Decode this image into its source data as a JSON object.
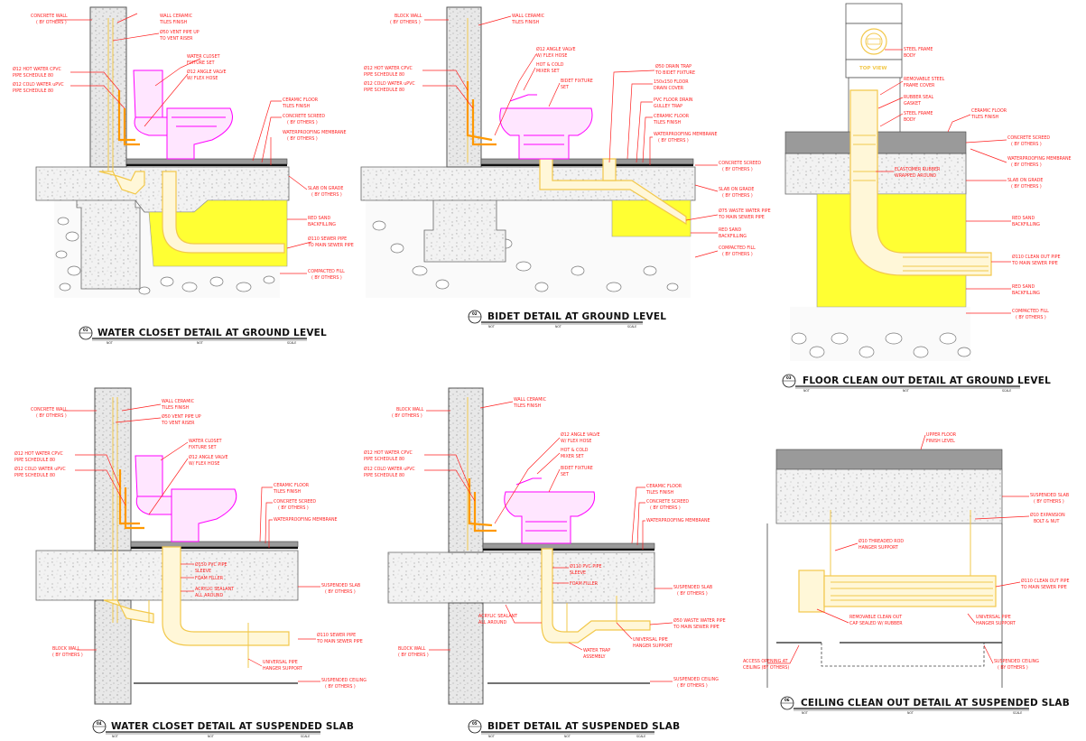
{
  "colors": {
    "annotation": "#ff2020",
    "pipe": "#f2c84b",
    "fixture": "#ff00ff",
    "sand": "#ffff33",
    "tile": "#9a9a9a"
  },
  "panels": {
    "wc_ground": {
      "title": "WATER CLOSET DETAIL AT GROUND LEVEL",
      "bubble": "01",
      "labels": [
        "CONCRETE WALL",
        "( BY OTHERS )",
        "WALL CERAMIC",
        "TILES FINISH",
        "Ø50 VENT PIPE UP",
        "TO VENT RISER",
        "WATER CLOSET",
        "FIXTURE SET",
        "Ø12 HOT WATER CPVC",
        "PIPE SCHEDULE 80",
        "Ø12 ANGLE VALVE",
        "W/ FLEX HOSE",
        "Ø12 COLD WATER uPVC",
        "PIPE SCHEDULE 80",
        "CERAMIC FLOOR",
        "TILES FINISH",
        "CONCRETE SCREED",
        "( BY OTHERS )",
        "WATERPROOFING MEMBRANE",
        "( BY OTHERS )",
        "SLAB ON GRADE",
        "( BY OTHERS )",
        "RED SAND",
        "BACKFILLING",
        "Ø110 SEWER PIPE",
        "TO MAIN SEWER PIPE",
        "COMPACTED FILL",
        "( BY OTHERS )"
      ]
    },
    "bidet_ground": {
      "title": "BIDET DETAIL AT GROUND LEVEL",
      "bubble": "02",
      "labels": [
        "BLOCK WALL",
        "( BY OTHERS )",
        "WALL CERAMIC",
        "TILES FINISH",
        "Ø12 ANGLE VALVE",
        "W/ FLEX HOSE",
        "HOT & COLD",
        "MIXER SET",
        "Ø50 DRAIN TRAP",
        "TO BIDET FIXTURE",
        "Ø12 HOT WATER CPVC",
        "PIPE SCHEDULE 80",
        "Ø12 COLD WATER uPVC",
        "PIPE SCHEDULE 80",
        "BIDET FIXTURE",
        "SET",
        "150x150 FLOOR",
        "DRAIN COVER",
        "PVC FLOOR DRAIN",
        "GULLEY TRAP",
        "CERAMIC FLOOR",
        "TILES FINISH",
        "WATERPROOFING MEMBRANE",
        "( BY OTHERS )",
        "CONCRETE SCREED",
        "( BY OTHERS )",
        "SLAB ON GRADE",
        "( BY OTHERS )",
        "Ø75 WASTE WATER PIPE",
        "TO MAIN SEWER PIPE",
        "RED SAND",
        "BACKFILLING",
        "COMPACTED FILL",
        "( BY OTHERS )"
      ]
    },
    "floor_cleanout": {
      "title": "FLOOR CLEAN OUT DETAIL AT GROUND LEVEL",
      "bubble": "03",
      "top_view": "TOP VIEW",
      "labels": [
        "STEEL FRAME",
        "BODY",
        "REMOVABLE STEEL",
        "FRAME COVER",
        "RUBBER SEAL",
        "GASKET",
        "STEEL FRAME",
        "BODY",
        "CERAMIC FLOOR",
        "TILES FINISH",
        "CONCRETE SCREED",
        "( BY OTHERS )",
        "WATERPROOFING MEMBRANE",
        "( BY OTHERS )",
        "ELASTOMER RUBBER",
        "WRAPPED AROUND",
        "SLAB ON GRADE",
        "( BY OTHERS )",
        "RED SAND",
        "BACKFILLING",
        "Ø110 CLEAN OUT PIPE",
        "TO MAIN SEWER PIPE",
        "RED SAND",
        "BACKFILLING",
        "COMPACTED FILL",
        "( BY OTHERS )"
      ]
    },
    "wc_suspended": {
      "title": "WATER CLOSET DETAIL AT SUSPENDED SLAB",
      "bubble": "04",
      "labels": [
        "CONCRETE WALL",
        "( BY OTHERS )",
        "WALL CERAMIC",
        "TILES FINISH",
        "Ø50 VENT PIPE UP",
        "TO VENT RISER",
        "WATER CLOSET",
        "FIXTURE SET",
        "Ø12 HOT WATER CPVC",
        "PIPE SCHEDULE 80",
        "Ø12 ANGLE VALVE",
        "W/ FLEX HOSE",
        "Ø12 COLD WATER uPVC",
        "PIPE SCHEDULE 80",
        "CERAMIC FLOOR",
        "TILES FINISH",
        "CONCRETE SCREED",
        "( BY OTHERS )",
        "WATERPROOFING MEMBRANE",
        "Ø150 PVC PIPE",
        "SLEEVE",
        "FOAM FILLER",
        "ACRYLIC SEALANT",
        "ALL AROUND",
        "SUSPENDED SLAB",
        "( BY OTHERS )",
        "Ø110 SEWER PIPE",
        "TO MAIN SEWER PIPE",
        "BLOCK WALL",
        "( BY OTHERS )",
        "UNIVERSAL PIPE",
        "HANGER SUPPORT",
        "SUSPENDED CEILING",
        "( BY OTHERS )"
      ]
    },
    "bidet_suspended": {
      "title": "BIDET DETAIL AT SUSPENDED SLAB",
      "bubble": "05",
      "labels": [
        "BLOCK WALL",
        "( BY OTHERS )",
        "WALL CERAMIC",
        "TILES FINISH",
        "Ø12 ANGLE VALVE",
        "W/ FLEX HOSE",
        "HOT & COLD",
        "MIXER SET",
        "Ø12 HOT WATER CPVC",
        "PIPE SCHEDULE 80",
        "Ø12 COLD WATER uPVC",
        "PIPE SCHEDULE 80",
        "BIDET FIXTURE",
        "SET",
        "CERAMIC FLOOR",
        "TILES FINISH",
        "CONCRETE SCREED",
        "( BY OTHERS )",
        "WATERPROOFING MEMBRANE",
        "Ø110 PVC PIPE",
        "SLEEVE",
        "FOAM FILLER",
        "SUSPENDED SLAB",
        "( BY OTHERS )",
        "ACRYLIC SEALANT",
        "ALL AROUND",
        "Ø50 WASTE WATER PIPE",
        "TO MAIN SEWER PIPE",
        "UNIVERSAL PIPE",
        "HANGER SUPPORT",
        "WATER TRAP",
        "ASSEMBLY",
        "BLOCK WALL",
        "( BY OTHERS )",
        "SUSPENDED CEILING",
        "( BY OTHERS )"
      ]
    },
    "ceiling_cleanout": {
      "title": "CEILING CLEAN OUT DETAIL AT SUSPENDED SLAB",
      "bubble": "06",
      "labels": [
        "UPPER FLOOR",
        "FINISH LEVEL",
        "SUSPENDED SLAB",
        "( BY OTHERS )",
        "Ø10 EXPANSION",
        "BOLT & NUT",
        "Ø10 THREADED ROD",
        "HANGER SUPPORT",
        "Ø110 CLEAN OUT PIPE",
        "TO MAIN SEWER PIPE",
        "REMOVABLE CLEAN OUT",
        "CAP SEALED W/ RUBBER",
        "UNIVERSAL PIPE",
        "HANGER SUPPORT",
        "ACCESS OPENING AT",
        "CEILING (BY OTHERS)",
        "SUSPENDED CEILING",
        "( BY OTHERS )"
      ]
    }
  },
  "scale_row": [
    "NOT",
    "NOT",
    "SCALE"
  ]
}
